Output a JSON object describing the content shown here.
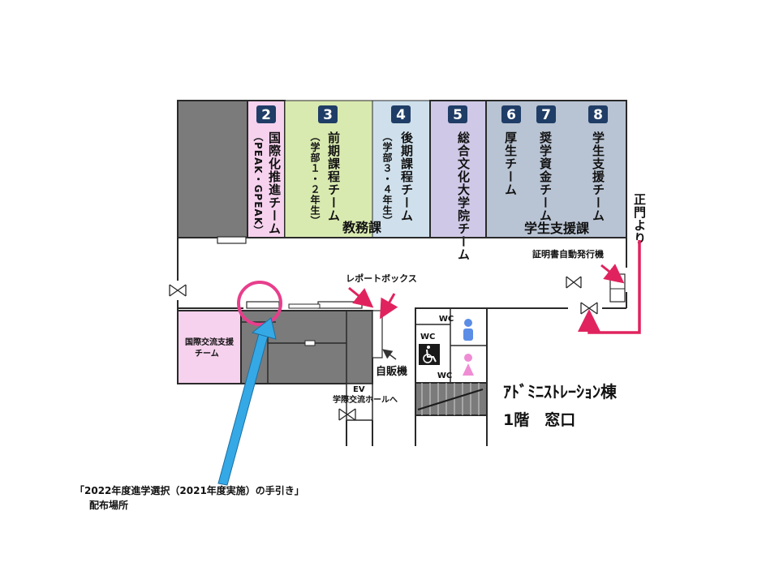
{
  "colors": {
    "wall": "#2a2a2a",
    "gray_block": "#7b7b7b",
    "pink_room": "#f6d2ee",
    "green_room": "#d9eab0",
    "blue_room": "#cfe0ec",
    "purple_room": "#cfc8e6",
    "steel_room": "#b8c3d3",
    "badge": "#1f3d66",
    "accent_red": "#e0235e",
    "highlight_magenta": "#e83e8c",
    "arrow_cyan": "#35a9e6",
    "wc_male": "#5b8de6",
    "wc_female": "#ef8cd4"
  },
  "counters": [
    {
      "number": "2",
      "name": "国際化推進チーム",
      "sub": "（PEAK・GPEAK）"
    },
    {
      "number": "3",
      "name": "前期課程チーム",
      "sub": "（学部１・２年生）"
    },
    {
      "number": "4",
      "name": "後期課程チーム",
      "sub": "（学部３・４年生）"
    },
    {
      "number": "5",
      "name": "総合文化大学院チーム",
      "sub": ""
    },
    {
      "number": "6",
      "name": "厚生チーム",
      "sub": ""
    },
    {
      "number": "7",
      "name": "奨学資金チーム",
      "sub": ""
    },
    {
      "number": "8",
      "name": "学生支援チーム",
      "sub": ""
    }
  ],
  "sections": {
    "academic_affairs": "教務課",
    "student_support": "学生支援課"
  },
  "labels": {
    "from_main_gate": "正門より",
    "certificate_machine": "証明書自動発行機",
    "report_box": "レポートボックス",
    "intl_exchange_line1": "国際交流支援",
    "intl_exchange_line2": "チーム",
    "vending": "自販機",
    "ev": "EV",
    "to_hall": "学際交流ホールへ",
    "wc_main": "WC",
    "wc_accessible": "WC",
    "wc_bottom": "WC",
    "building_title": "ｱﾄﾞﾐﾆｽﾄﾚｰｼｮﾝ棟",
    "floor_title": "1階　窓口",
    "distribution_line1": "「2022年度進学選択（2021年度実施）の手引き」",
    "distribution_line2": "配布場所"
  },
  "icons": [
    "wheelchair-icon",
    "male-person-icon",
    "female-person-icon",
    "door-icon"
  ]
}
